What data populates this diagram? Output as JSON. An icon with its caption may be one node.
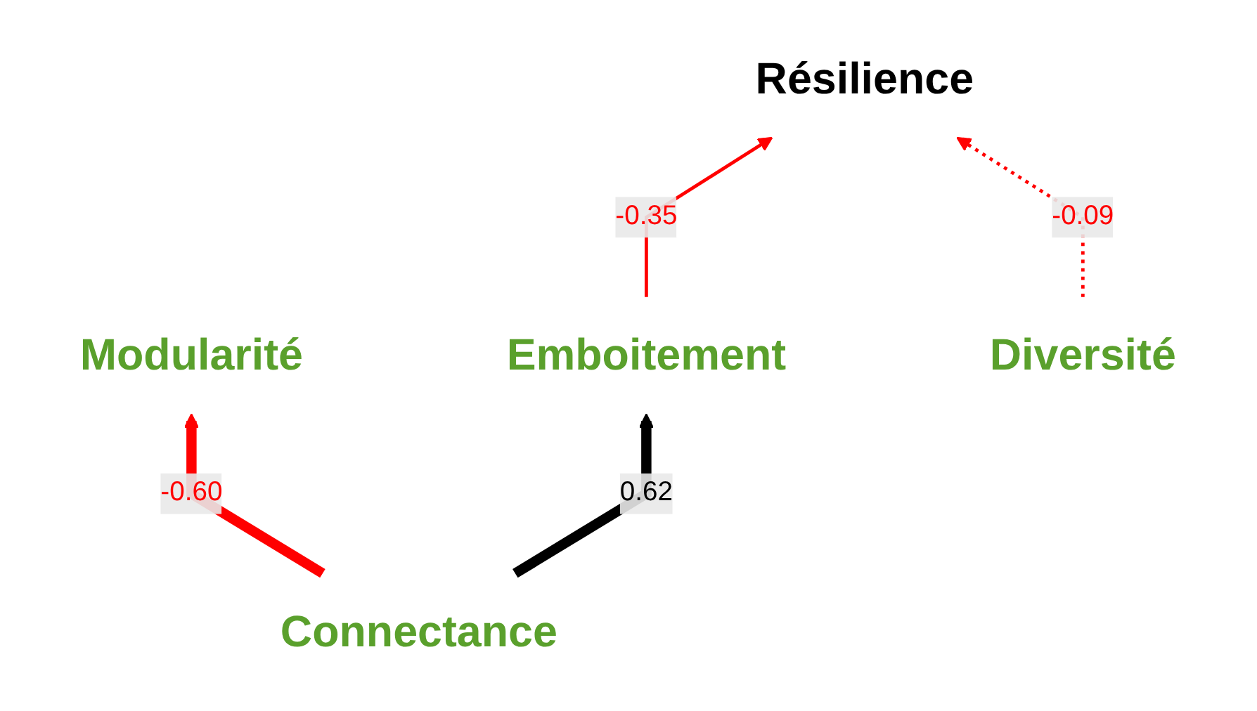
{
  "diagram": {
    "nodes": [
      {
        "text": [
          "Résilience"
        ]
      },
      {
        "text": [
          "Modularité"
        ]
      },
      {
        "text": [
          "Emboitement"
        ]
      },
      {
        "text": [
          "Connectance"
        ]
      },
      {
        "text": [
          "Diversité"
        ]
      }
    ],
    "edges": [
      {
        "from": 3,
        "to": 1,
        "arrow": "to",
        "label": "-0.60",
        "style": "thick"
      },
      {
        "from": 3,
        "to": 2,
        "arrow": "to",
        "label": "0.62",
        "style": "thick",
        "color": "#000000"
      },
      {
        "from": 2,
        "to": 0,
        "arrow": "to",
        "label": "-0.35"
      },
      {
        "from": 4,
        "to": 0,
        "arrow": "to",
        "label": "-0.09",
        "style": "dashed"
      }
    ]
  }
}
